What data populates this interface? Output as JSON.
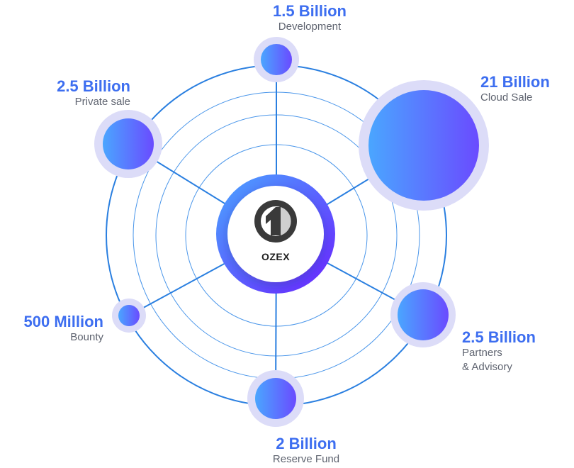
{
  "center": {
    "label": "OZEX"
  },
  "nodes": [
    {
      "amount": "1.5 Billion",
      "desc": "Development"
    },
    {
      "amount": "21 Billion",
      "desc": "Cloud Sale"
    },
    {
      "amount": "2.5 Billion",
      "desc": "Partners",
      "desc2": "& Advisory"
    },
    {
      "amount": "2 Billion",
      "desc": "Reserve Fund"
    },
    {
      "amount": "500 Million",
      "desc": "Bounty"
    },
    {
      "amount": "2.5 Billion",
      "desc": "Private sale"
    }
  ],
  "colors": {
    "accent_blue": "#3d6ef0",
    "node_start": "#4aa6ff",
    "node_end": "#6a4bff",
    "ring": "#2a7fe0"
  },
  "icons": {
    "logo": "ozex-logo-icon"
  }
}
